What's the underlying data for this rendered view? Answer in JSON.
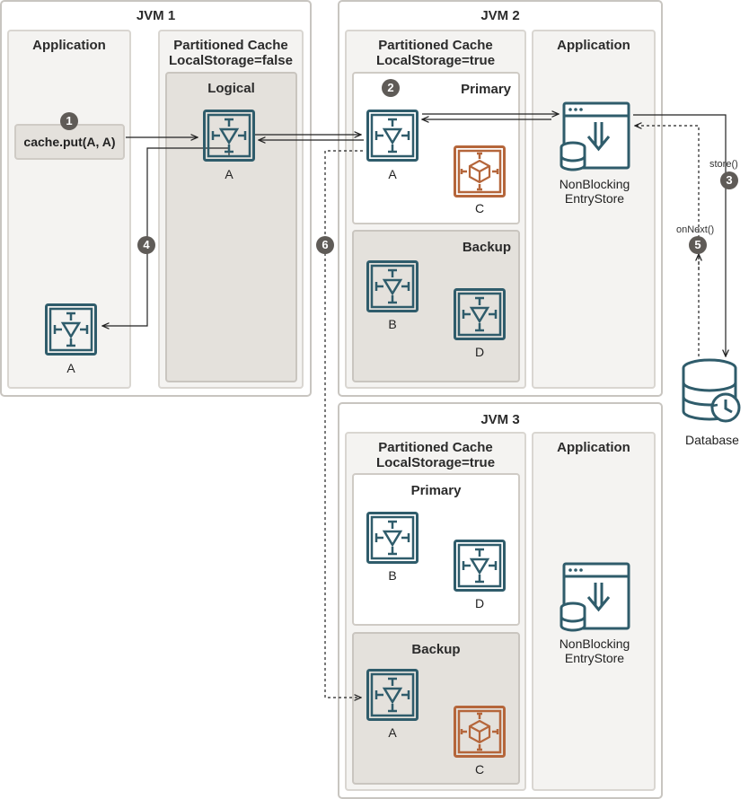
{
  "jvm1": {
    "title": "JVM 1",
    "application": {
      "title": "Application",
      "code": "cache.put(A, A)",
      "entry_label": "A"
    },
    "cache": {
      "title_line1": "Partitioned Cache",
      "title_line2": "LocalStorage=false",
      "logical": {
        "title": "Logical",
        "entry_label": "A"
      }
    }
  },
  "jvm2": {
    "title": "JVM 2",
    "cache": {
      "title_line1": "Partitioned Cache",
      "title_line2": "LocalStorage=true",
      "primary": {
        "title": "Primary",
        "entries": [
          "A",
          "C"
        ]
      },
      "backup": {
        "title": "Backup",
        "entries": [
          "B",
          "D"
        ]
      }
    },
    "application": {
      "title": "Application",
      "store_line1": "NonBlocking",
      "store_line2": "EntryStore"
    }
  },
  "jvm3": {
    "title": "JVM 3",
    "cache": {
      "title_line1": "Partitioned Cache",
      "title_line2": "LocalStorage=true",
      "primary": {
        "title": "Primary",
        "entries": [
          "B",
          "D"
        ]
      },
      "backup": {
        "title": "Backup",
        "entries": [
          "A",
          "C"
        ]
      }
    },
    "application": {
      "title": "Application",
      "store_line1": "NonBlocking",
      "store_line2": "EntryStore"
    }
  },
  "database": {
    "label": "Database"
  },
  "calls": {
    "store": "store()",
    "on_next": "onNext()"
  },
  "steps": [
    "1",
    "2",
    "3",
    "4",
    "5",
    "6"
  ],
  "colors": {
    "entry_icon": "#2f5c6b",
    "secondary_icon": "#b5663b",
    "badge": "#5f5b57",
    "arrow": "#222222"
  }
}
